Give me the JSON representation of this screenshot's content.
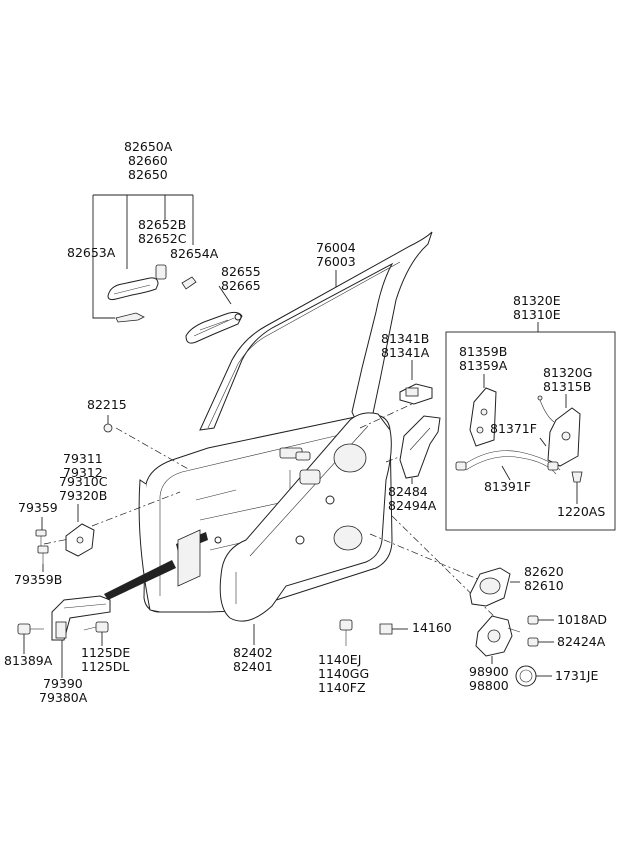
{
  "labels": {
    "handle_group": [
      "82650A",
      "82660",
      "82650"
    ],
    "l_82653A": "82653A",
    "handle_sub": [
      "82652B",
      "82652C"
    ],
    "l_82654A": "82654A",
    "inside_handle": [
      "82655",
      "82665"
    ],
    "door_panel": [
      "76004",
      "76003"
    ],
    "l_82215": "82215",
    "check_group": [
      "79311",
      "79312",
      "79310C",
      "79320B"
    ],
    "l_79359": "79359",
    "l_79359B": "79359B",
    "l_81389A": "81389A",
    "hinge": [
      "79390",
      "79380A"
    ],
    "bolt_1125": [
      "1125DE",
      "1125DL"
    ],
    "module_panel": [
      "82402",
      "82401"
    ],
    "bolt_1140": [
      "1140EJ",
      "1140GG",
      "1140FZ"
    ],
    "l_14160": "14160",
    "lock_group": [
      "81320E",
      "81310E"
    ],
    "striker": [
      "81341B",
      "81341A"
    ],
    "l_81359": [
      "81359B",
      "81359A"
    ],
    "actuator": [
      "81320G",
      "81315B"
    ],
    "l_81371F": "81371F",
    "l_81391F": "81391F",
    "l_1220AS": "1220AS",
    "bracket": [
      "82484",
      "82494A"
    ],
    "inner_handle_housing": [
      "82620",
      "82610"
    ],
    "l_1018AD": "1018AD",
    "l_82424A": "82424A",
    "regulator_motor": [
      "98900",
      "98800"
    ],
    "l_1731JE": "1731JE"
  }
}
